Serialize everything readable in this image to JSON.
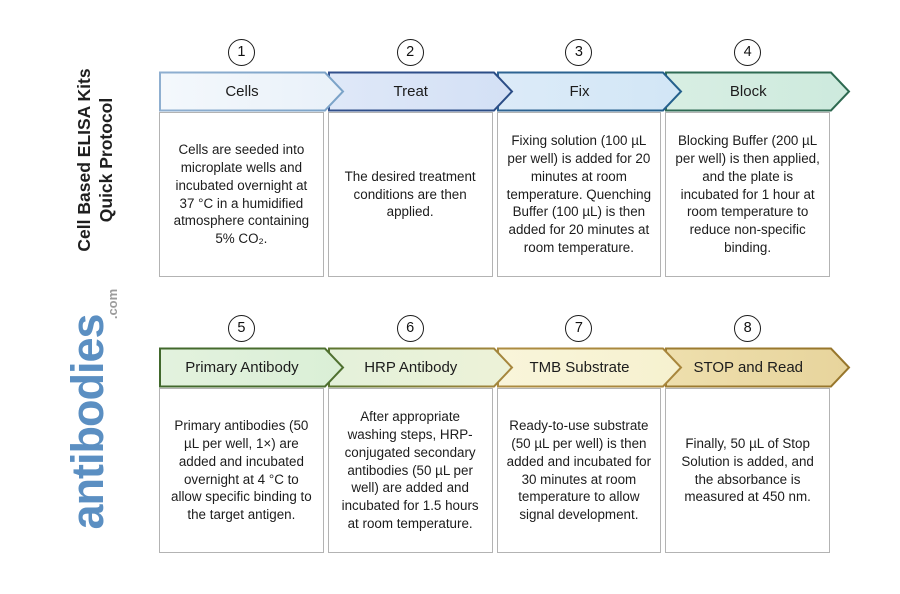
{
  "page": {
    "title_line1": "Cell Based ELISA Kits",
    "title_line2": "Quick Protocol",
    "logo_text": "antibodies",
    "logo_suffix": ".com"
  },
  "colors": {
    "logo_blue": "#5b8fc2",
    "logo_suffix_gray": "#9b9b9b",
    "box_border_gray": "#b3b3b3",
    "text_black": "#1c1c1c"
  },
  "steps": [
    {
      "number": "1",
      "label": "Cells",
      "description": "Cells are seeded into microplate wells and incubated overnight at 37 °C in a humidified atmosphere containing 5% CO₂.",
      "fill": "#f4f8fc",
      "fill2": "#e9f1f9",
      "stroke": "#8fafd0",
      "stroke2": "#7ba3c8"
    },
    {
      "number": "2",
      "label": "Treat",
      "description": "The desired treatment conditions are then applied.",
      "fill": "#dfe8f8",
      "fill2": "#d3e0f5",
      "stroke": "#32508c",
      "stroke2": "#2b4d86"
    },
    {
      "number": "3",
      "label": "Fix",
      "description": "Fixing solution (100 µL per well) is added for 20 minutes at room temperature. Quenching Buffer (100 µL) is then added for 20 minutes at room temperature.",
      "fill": "#dcebf8",
      "fill2": "#d2e6f6",
      "stroke": "#2f6493",
      "stroke2": "#24608c"
    },
    {
      "number": "4",
      "label": "Block",
      "description": "Blocking Buffer (200 µL per well) is then applied, and the plate is incubated for 1 hour at room temperature to reduce non-specific binding.",
      "fill": "#d8eee3",
      "fill2": "#cdeadd",
      "stroke": "#2f6b55",
      "stroke2": "#2d6950"
    },
    {
      "number": "5",
      "label": "Primary Antibody",
      "description": "Primary antibodies (50 µL per well, 1×) are added and incubated overnight at 4 °C to allow specific binding to the target antigen.",
      "fill": "#e3f2de",
      "fill2": "#daefd6",
      "stroke": "#41682c",
      "stroke2": "#4f7030"
    },
    {
      "number": "6",
      "label": "HRP Antibody",
      "description": "After appropriate washing steps, HRP-conjugated secondary antibodies (50 µL per well) are added and incubated for 1.5 hours at room temperature.",
      "fill": "#e4f1da",
      "fill2": "#edf2d8",
      "stroke": "#5c7631",
      "stroke2": "#a8873d"
    },
    {
      "number": "7",
      "label": "TMB Substrate",
      "description": "Ready-to-use substrate (50 µL per well) is then added and incubated for 30 minutes at room temperature to allow signal development.",
      "fill": "#f9f5da",
      "fill2": "#f6f1cf",
      "stroke": "#ad8c41",
      "stroke2": "#a8863c"
    },
    {
      "number": "8",
      "label": "STOP and Read",
      "description": "Finally, 50 µL of Stop Solution is added, and the absorbance is measured at 450 nm.",
      "fill": "#eedfad",
      "fill2": "#e7d49c",
      "stroke": "#9d7c31",
      "stroke2": "#97762c"
    }
  ]
}
